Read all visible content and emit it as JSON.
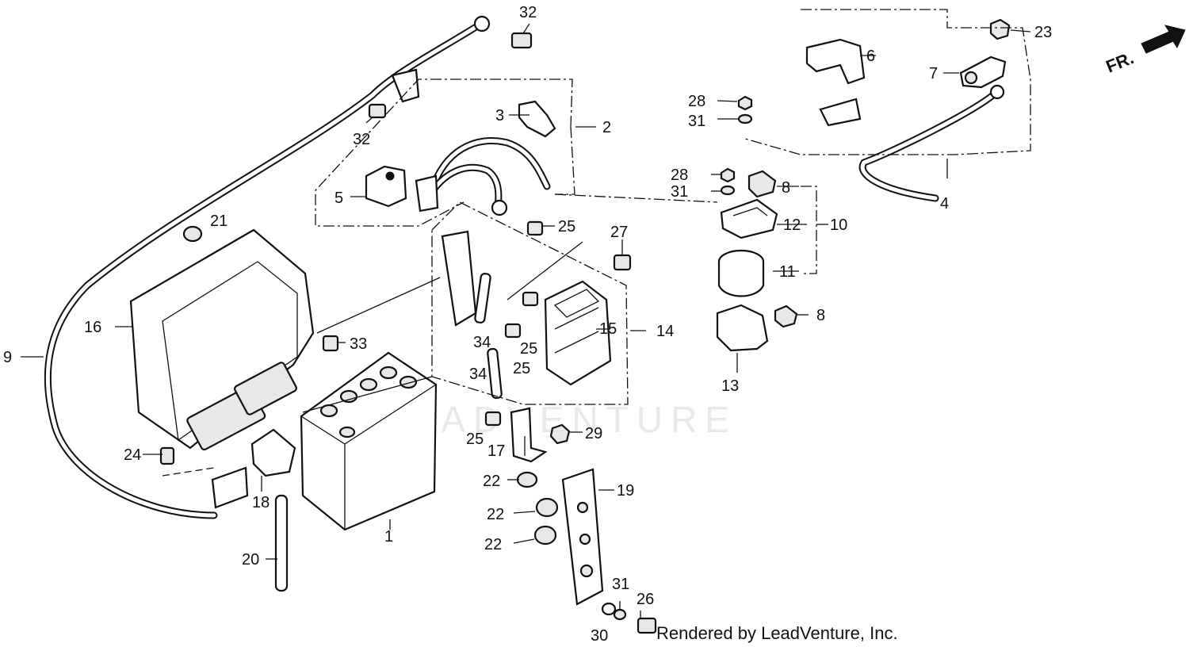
{
  "watermark": "LEADVENTURE",
  "credit": "Rendered by LeadVenture, Inc.",
  "front_indicator": "FR.",
  "callouts": [
    {
      "id": "c1",
      "text": "1"
    },
    {
      "id": "c2",
      "text": "2"
    },
    {
      "id": "c3",
      "text": "3"
    },
    {
      "id": "c4",
      "text": "4"
    },
    {
      "id": "c5",
      "text": "5"
    },
    {
      "id": "c6",
      "text": "6"
    },
    {
      "id": "c7",
      "text": "7"
    },
    {
      "id": "c8a",
      "text": "8"
    },
    {
      "id": "c8b",
      "text": "8"
    },
    {
      "id": "c9",
      "text": "9"
    },
    {
      "id": "c10",
      "text": "10"
    },
    {
      "id": "c11",
      "text": "11"
    },
    {
      "id": "c12",
      "text": "12"
    },
    {
      "id": "c13",
      "text": "13"
    },
    {
      "id": "c14",
      "text": "14"
    },
    {
      "id": "c15",
      "text": "15"
    },
    {
      "id": "c16",
      "text": "16"
    },
    {
      "id": "c17",
      "text": "17"
    },
    {
      "id": "c18",
      "text": "18"
    },
    {
      "id": "c19",
      "text": "19"
    },
    {
      "id": "c20",
      "text": "20"
    },
    {
      "id": "c21",
      "text": "21"
    },
    {
      "id": "c22a",
      "text": "22"
    },
    {
      "id": "c22b",
      "text": "22"
    },
    {
      "id": "c22c",
      "text": "22"
    },
    {
      "id": "c23",
      "text": "23"
    },
    {
      "id": "c24",
      "text": "24"
    },
    {
      "id": "c25a",
      "text": "25"
    },
    {
      "id": "c25b",
      "text": "25"
    },
    {
      "id": "c25c",
      "text": "25"
    },
    {
      "id": "c25d",
      "text": "25"
    },
    {
      "id": "c26",
      "text": "26"
    },
    {
      "id": "c27",
      "text": "27"
    },
    {
      "id": "c28a",
      "text": "28"
    },
    {
      "id": "c28b",
      "text": "28"
    },
    {
      "id": "c29",
      "text": "29"
    },
    {
      "id": "c30",
      "text": "30"
    },
    {
      "id": "c31a",
      "text": "31"
    },
    {
      "id": "c31b",
      "text": "31"
    },
    {
      "id": "c31c",
      "text": "31"
    },
    {
      "id": "c32a",
      "text": "32"
    },
    {
      "id": "c32b",
      "text": "32"
    },
    {
      "id": "c33",
      "text": "33"
    },
    {
      "id": "c34a",
      "text": "34"
    },
    {
      "id": "c34b",
      "text": "34"
    }
  ]
}
